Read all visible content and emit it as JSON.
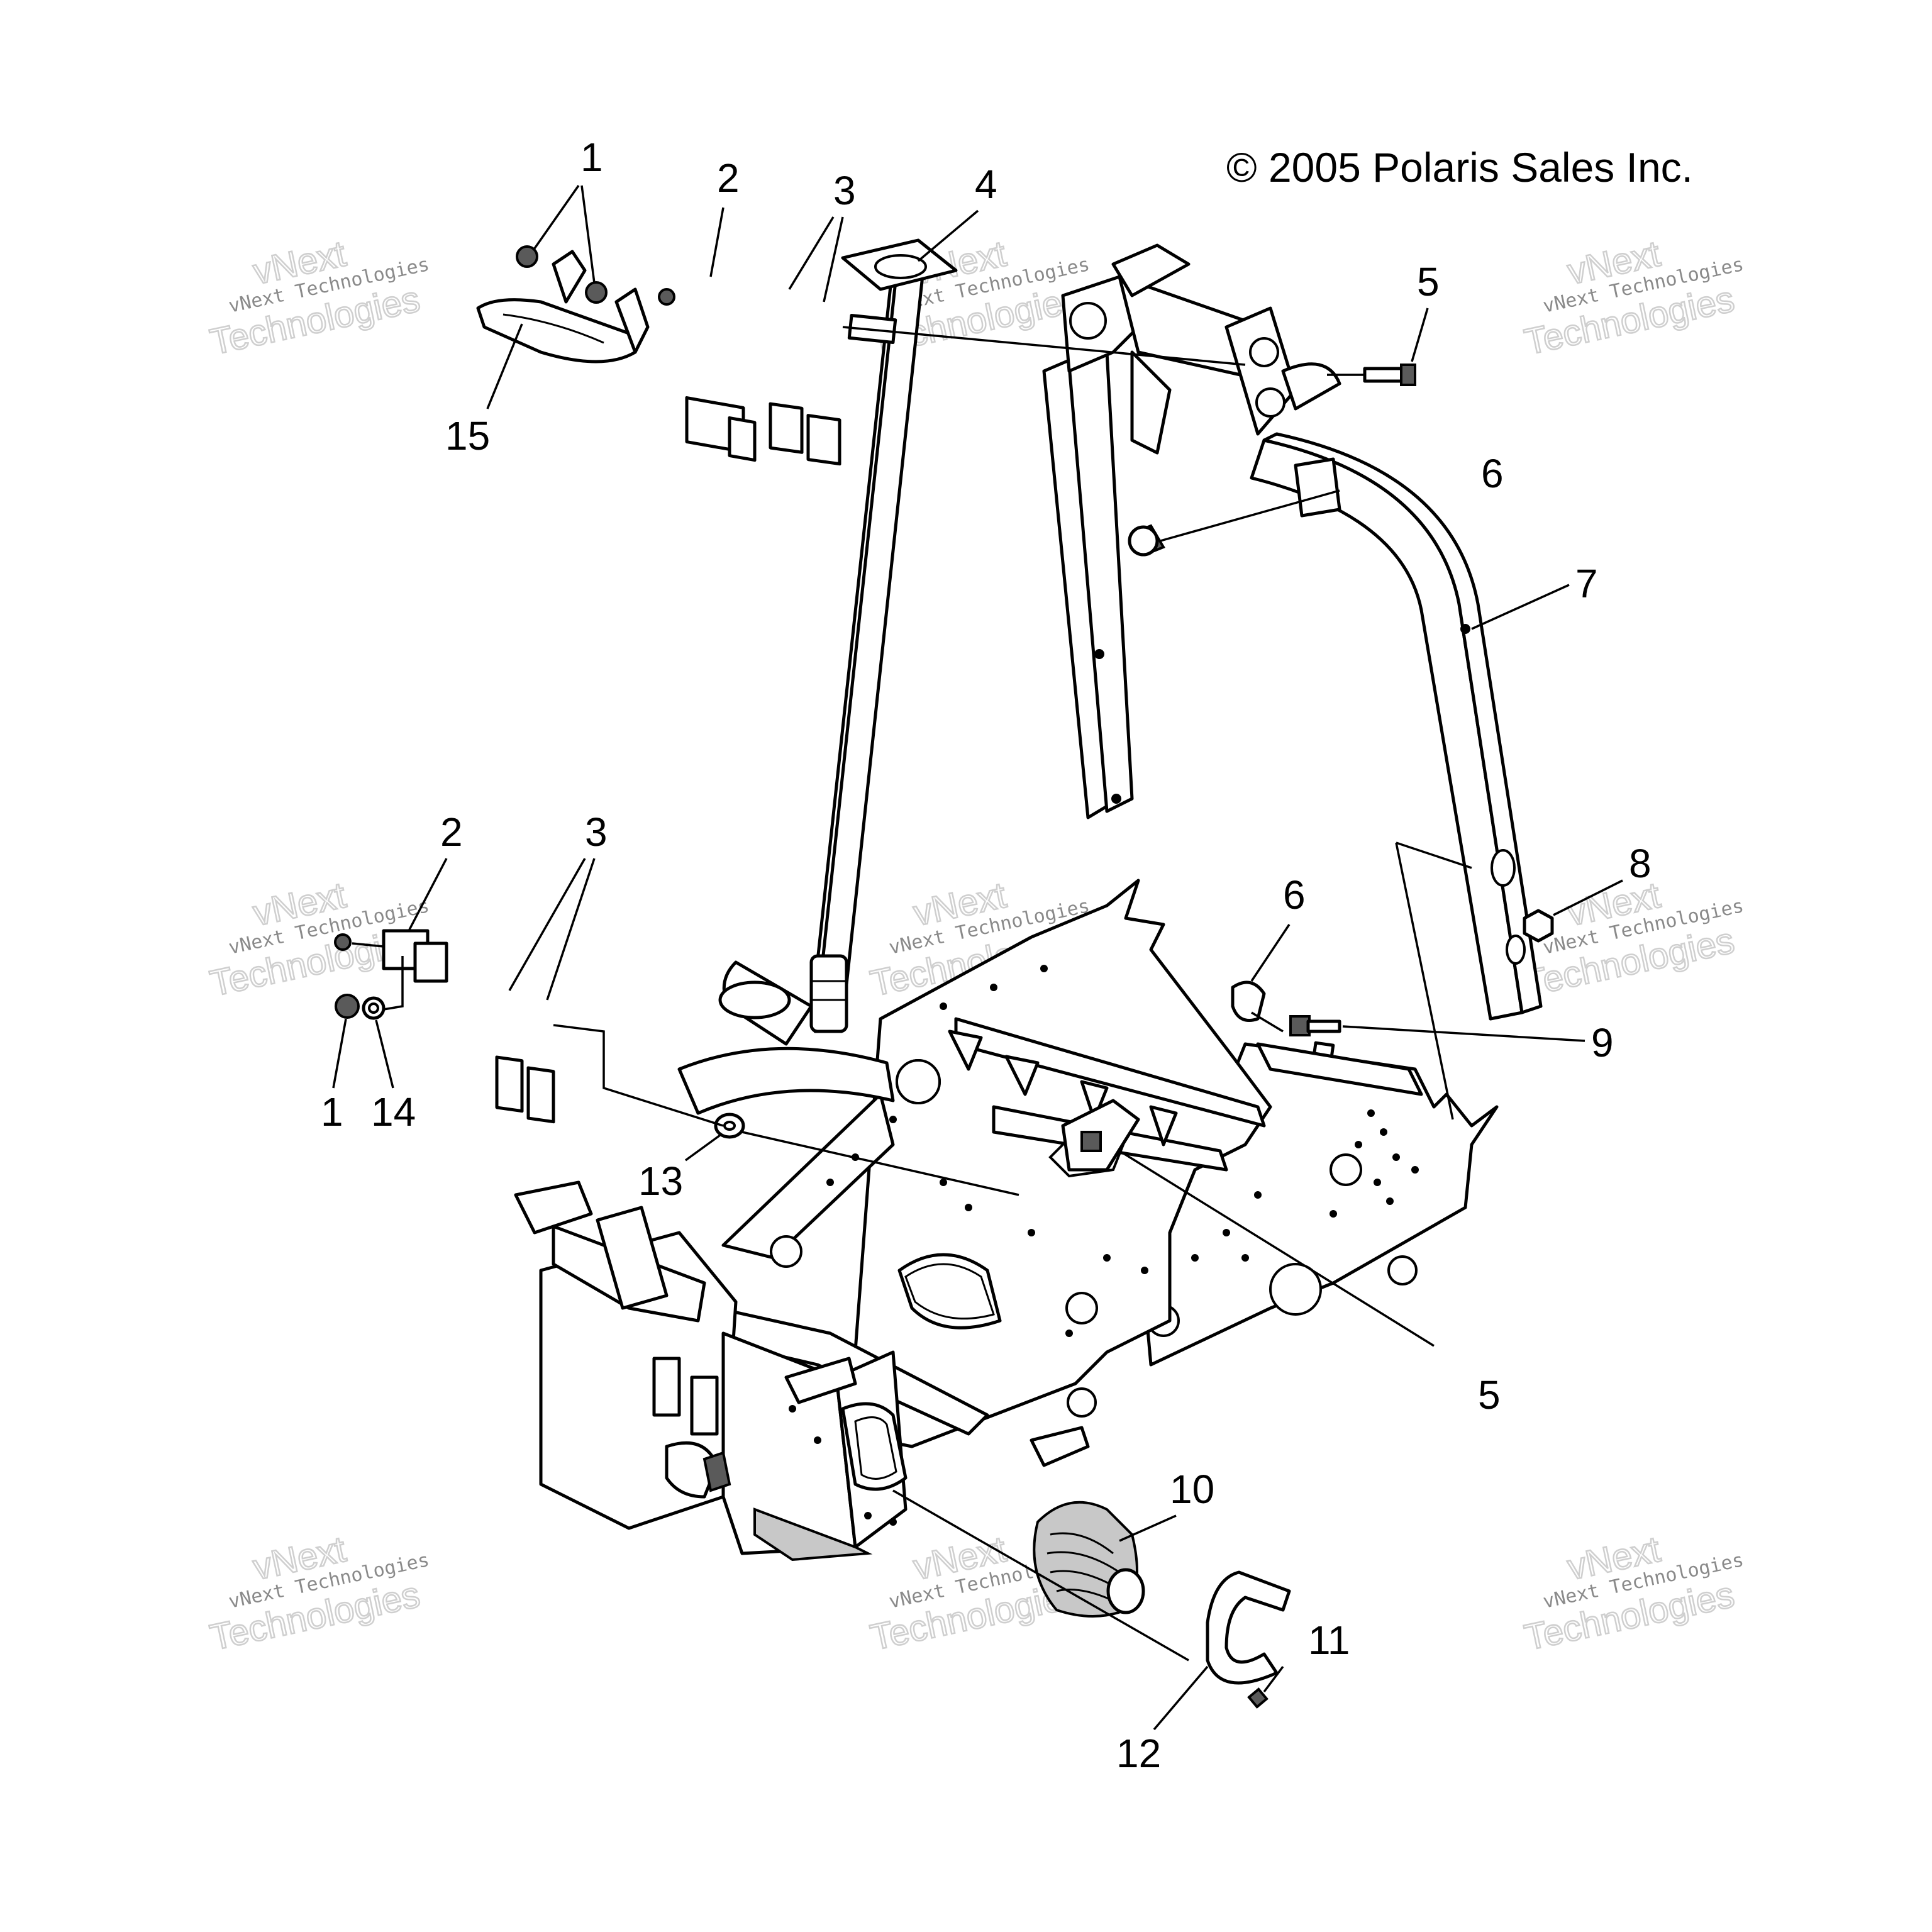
{
  "copyright": "© 2005 Polaris Sales Inc.",
  "watermark": {
    "line1": "vNext Technologies",
    "line2": "Technologies",
    "line0": "vNext"
  },
  "callouts": [
    {
      "id": "1",
      "text": "1"
    },
    {
      "id": "2",
      "text": "2"
    },
    {
      "id": "3",
      "text": "3"
    },
    {
      "id": "4",
      "text": "4"
    },
    {
      "id": "5",
      "text": "5"
    },
    {
      "id": "6",
      "text": "6"
    },
    {
      "id": "7",
      "text": "7"
    },
    {
      "id": "8",
      "text": "8"
    },
    {
      "id": "9",
      "text": "9"
    },
    {
      "id": "10",
      "text": "10"
    },
    {
      "id": "11",
      "text": "11"
    },
    {
      "id": "12",
      "text": "12"
    },
    {
      "id": "13",
      "text": "13"
    },
    {
      "id": "14",
      "text": "14"
    },
    {
      "id": "15",
      "text": "15"
    }
  ]
}
